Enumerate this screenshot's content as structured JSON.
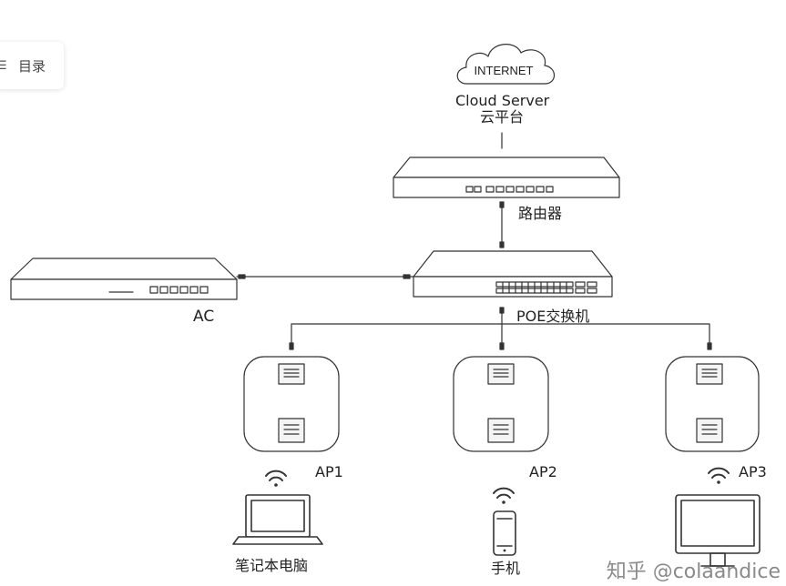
{
  "toc": {
    "icon": "list-icon",
    "label": "目录"
  },
  "cloud": {
    "text": "INTERNET",
    "caption_en": "Cloud Server",
    "caption_cn": "云平台"
  },
  "router": {
    "label": "路由器"
  },
  "ac": {
    "label": "AC"
  },
  "poe_switch": {
    "label": "POE交换机"
  },
  "aps": [
    {
      "label": "AP1"
    },
    {
      "label": "AP2"
    },
    {
      "label": "AP3"
    }
  ],
  "clients": [
    {
      "label": "笔记本电脑"
    },
    {
      "label": "手机"
    }
  ],
  "watermark": {
    "text": "知乎 @colaandice"
  },
  "colors": {
    "line": "#333333",
    "fill": "#ffffff",
    "shade": "#f2f2f2"
  }
}
